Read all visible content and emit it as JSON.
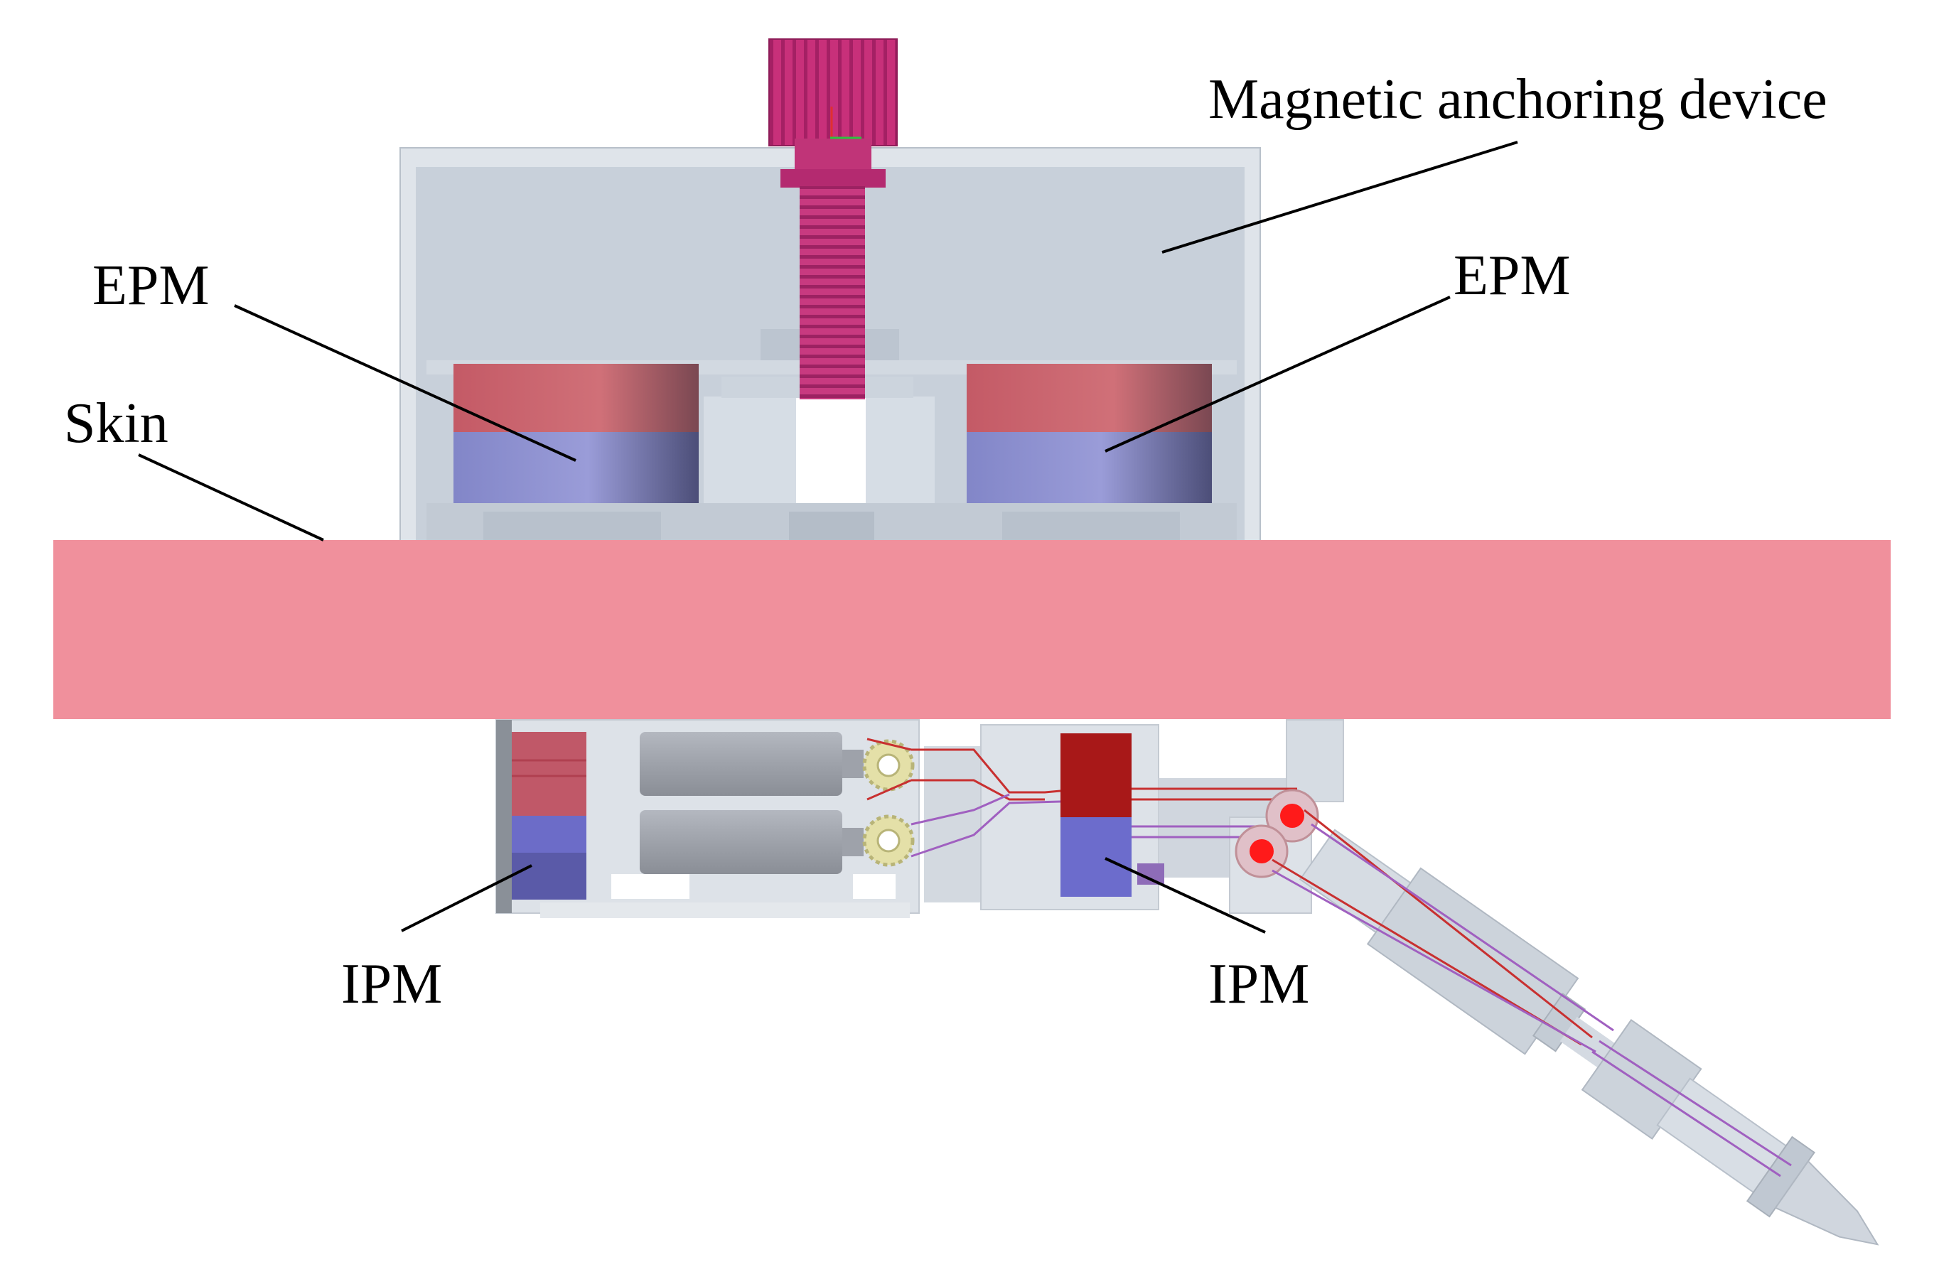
{
  "labels": {
    "anchoring_device": "Magnetic anchoring device",
    "epm_left": "EPM",
    "epm_right": "EPM",
    "skin": "Skin",
    "ipm_left": "IPM",
    "ipm_right": "IPM"
  },
  "colors": {
    "housing": "#c8d0da",
    "housing_edge": "#dfe4ea",
    "magnet_red": "#c8646e",
    "magnet_blue": "#8c8fd0",
    "ipm_red": "#a81818",
    "ipm_blue": "#6c6ccc",
    "skin": "#f0909c",
    "knob": "#c8307a",
    "motor": "#a4a8b0",
    "gear": "#e4e0a8",
    "tendon_red": "#c83030",
    "tendon_purple": "#a060c0",
    "joint": "#ff1a1a"
  }
}
